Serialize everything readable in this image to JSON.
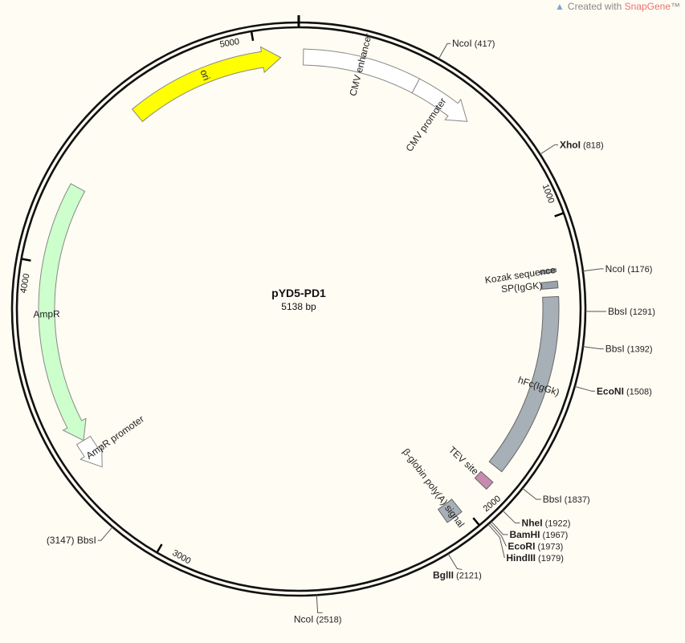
{
  "watermark": {
    "prefix": "Created with ",
    "brand": "SnapGene",
    "suffix": "™"
  },
  "plasmid": {
    "name": "pYD5-PD1",
    "length_label": "5138 bp",
    "length": 5138
  },
  "ticks": [
    {
      "pos": 1000,
      "label": "1000"
    },
    {
      "pos": 2000,
      "label": "2000"
    },
    {
      "pos": 3000,
      "label": "3000"
    },
    {
      "pos": 4000,
      "label": "4000"
    },
    {
      "pos": 5000,
      "label": "5000"
    }
  ],
  "sites": [
    {
      "name": "NcoI",
      "pos": 417,
      "pos_label": "(417)",
      "bold": false,
      "side": "right"
    },
    {
      "name": "XhoI",
      "pos": 818,
      "pos_label": "(818)",
      "bold": true,
      "side": "right"
    },
    {
      "name": "NcoI",
      "pos": 1176,
      "pos_label": "(1176)",
      "bold": false,
      "side": "right"
    },
    {
      "name": "BbsI",
      "pos": 1291,
      "pos_label": "(1291)",
      "bold": false,
      "side": "right"
    },
    {
      "name": "BbsI",
      "pos": 1392,
      "pos_label": "(1392)",
      "bold": false,
      "side": "right"
    },
    {
      "name": "EcoNI",
      "pos": 1508,
      "pos_label": "(1508)",
      "bold": true,
      "side": "right"
    },
    {
      "name": "BbsI",
      "pos": 1837,
      "pos_label": "(1837)",
      "bold": false,
      "side": "right"
    },
    {
      "name": "NheI",
      "pos": 1922,
      "pos_label": "(1922)",
      "bold": true,
      "side": "right"
    },
    {
      "name": "BamHI",
      "pos": 1967,
      "pos_label": "(1967)",
      "bold": true,
      "side": "right"
    },
    {
      "name": "EcoRI",
      "pos": 1973,
      "pos_label": "(1973)",
      "bold": true,
      "side": "right"
    },
    {
      "name": "HindIII",
      "pos": 1979,
      "pos_label": "(1979)",
      "bold": true,
      "side": "right"
    },
    {
      "name": "BglII",
      "pos": 2121,
      "pos_label": "(2121)",
      "bold": true,
      "side": "right"
    },
    {
      "name": "NcoI",
      "pos": 2518,
      "pos_label": "(2518)",
      "bold": false,
      "side": "right"
    },
    {
      "name": "BbsI",
      "pos": 3147,
      "pos_label": "(3147)",
      "bold": false,
      "side": "left"
    }
  ],
  "features": [
    {
      "label": "CMV enhancer",
      "start": 15,
      "end": 395,
      "color": "#ffffff",
      "stroke": "#888888",
      "dir": "none"
    },
    {
      "label": "CMV promoter",
      "start": 395,
      "end": 598,
      "color": "#ffffff",
      "stroke": "#888888",
      "dir": "forward"
    },
    {
      "label": "Kozak sequence",
      "start": 1157,
      "end": 1167,
      "color": "#9aa3ad",
      "stroke": "#666666",
      "dir": "none"
    },
    {
      "label": "SP(IgGK)",
      "start": 1196,
      "end": 1218,
      "color": "#9aa3ad",
      "stroke": "#666666",
      "dir": "none"
    },
    {
      "label": "hFc(IgGk)",
      "start": 1245,
      "end": 1837,
      "color": "#a7afb7",
      "stroke": "#666666",
      "dir": "none"
    },
    {
      "label": "TEV site",
      "start": 1880,
      "end": 1910,
      "color": "#c88bb0",
      "stroke": "#666666",
      "dir": "forward"
    },
    {
      "label": "β-globin poly(A) signal",
      "start": 2015,
      "end": 2072,
      "color": "#a7afb7",
      "stroke": "#666666",
      "dir": "none"
    },
    {
      "label": "AmpR promoter",
      "start": 3300,
      "end": 3405,
      "color": "#ffffff",
      "stroke": "#888888",
      "dir": "reverse"
    },
    {
      "label": "AmpR",
      "start": 3405,
      "end": 4265,
      "color": "#ccffcc",
      "stroke": "#888888",
      "dir": "reverse"
    },
    {
      "label": "ori",
      "start": 4570,
      "end": 5080,
      "color": "#ffff00",
      "stroke": "#888888",
      "dir": "forward"
    }
  ]
}
